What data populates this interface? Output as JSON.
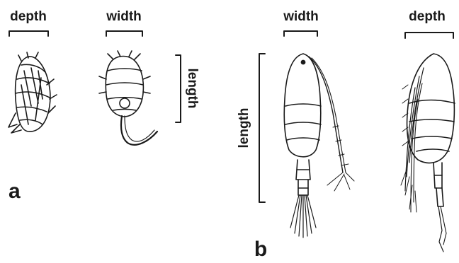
{
  "figure": {
    "panel_a": {
      "letter": "a",
      "nauplius_left": {
        "dimension_label": "depth"
      },
      "nauplius_right": {
        "dimension_label": "width",
        "length_label": "length"
      }
    },
    "panel_b": {
      "letter": "b",
      "copepod_dorsal": {
        "dimension_label": "width",
        "length_label": "length"
      },
      "copepod_lateral": {
        "dimension_label": "depth"
      }
    }
  },
  "colors": {
    "ink": "#1a1a1a",
    "background": "#ffffff"
  }
}
